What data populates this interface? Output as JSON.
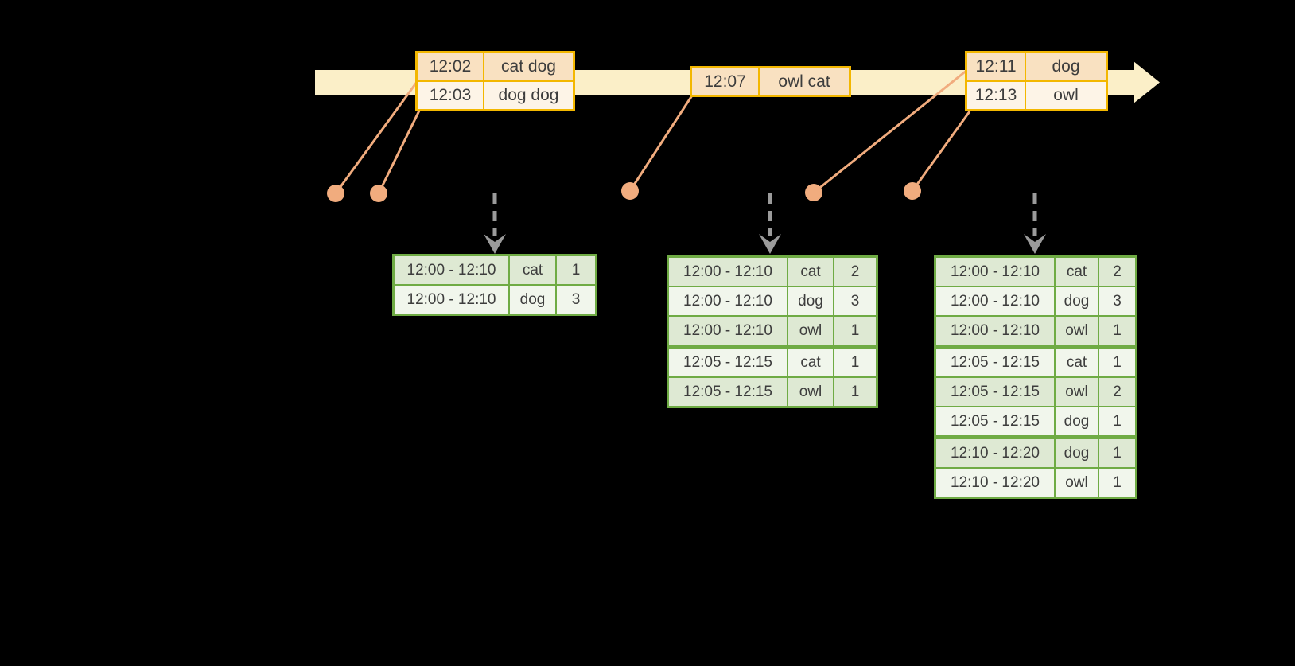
{
  "palette": {
    "background": "#000000",
    "timeline_fill": "#FBEFC8",
    "event_border": "#F3B700",
    "event_row_dark": "#F9E1C1",
    "event_row_light": "#FDF4E7",
    "connector": "#F1AC7E",
    "result_border": "#6FAB44",
    "result_row_dark": "#DEE9D3",
    "result_row_light": "#F1F6EC",
    "arrow_gray": "#9B9B9B",
    "text": "#3D3D3D"
  },
  "timeline": {
    "event_groups": [
      {
        "rows": [
          {
            "time": "12:02",
            "words": "cat dog"
          },
          {
            "time": "12:03",
            "words": "dog dog"
          }
        ]
      },
      {
        "rows": [
          {
            "time": "12:07",
            "words": "owl cat"
          }
        ]
      },
      {
        "rows": [
          {
            "time": "12:11",
            "words": "dog"
          },
          {
            "time": "12:13",
            "words": "owl"
          }
        ]
      }
    ]
  },
  "result_tables": [
    {
      "rows": [
        {
          "window": "12:00 - 12:10",
          "word": "cat",
          "count": "1"
        },
        {
          "window": "12:00 - 12:10",
          "word": "dog",
          "count": "3"
        }
      ]
    },
    {
      "rows": [
        {
          "window": "12:00 - 12:10",
          "word": "cat",
          "count": "2"
        },
        {
          "window": "12:00 - 12:10",
          "word": "dog",
          "count": "3"
        },
        {
          "window": "12:00 - 12:10",
          "word": "owl",
          "count": "1"
        },
        {
          "window": "12:05 - 12:15",
          "word": "cat",
          "count": "1"
        },
        {
          "window": "12:05 - 12:15",
          "word": "owl",
          "count": "1"
        }
      ]
    },
    {
      "rows": [
        {
          "window": "12:00 - 12:10",
          "word": "cat",
          "count": "2"
        },
        {
          "window": "12:00 - 12:10",
          "word": "dog",
          "count": "3"
        },
        {
          "window": "12:00 - 12:10",
          "word": "owl",
          "count": "1"
        },
        {
          "window": "12:05 - 12:15",
          "word": "cat",
          "count": "1"
        },
        {
          "window": "12:05 - 12:15",
          "word": "owl",
          "count": "2"
        },
        {
          "window": "12:05 - 12:15",
          "word": "dog",
          "count": "1"
        },
        {
          "window": "12:10 - 12:20",
          "word": "dog",
          "count": "1"
        },
        {
          "window": "12:10 - 12:20",
          "word": "owl",
          "count": "1"
        }
      ]
    }
  ]
}
